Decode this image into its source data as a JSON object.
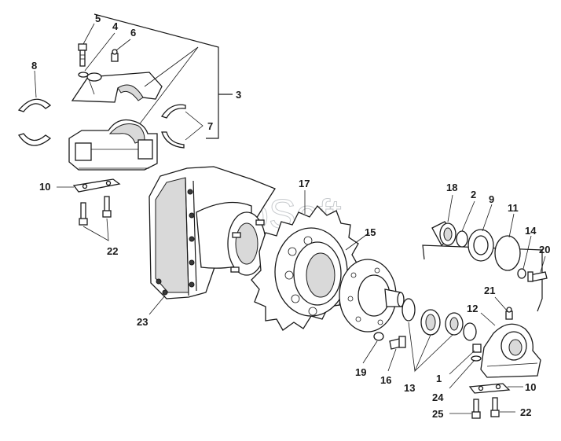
{
  "watermark": "AutoSoft",
  "labels": {
    "l1": "1",
    "l2": "2",
    "l3": "3",
    "l4": "4",
    "l5": "5",
    "l6": "6",
    "l7": "7",
    "l8": "8",
    "l9": "9",
    "l10a": "10",
    "l10b": "10",
    "l11": "11",
    "l12": "12",
    "l13": "13",
    "l14": "14",
    "l15": "15",
    "l16": "16",
    "l17": "17",
    "l18": "18",
    "l19": "19",
    "l20": "20",
    "l21": "21",
    "l22a": "22",
    "l22b": "22",
    "l23": "23",
    "l24": "24",
    "l25": "25"
  }
}
